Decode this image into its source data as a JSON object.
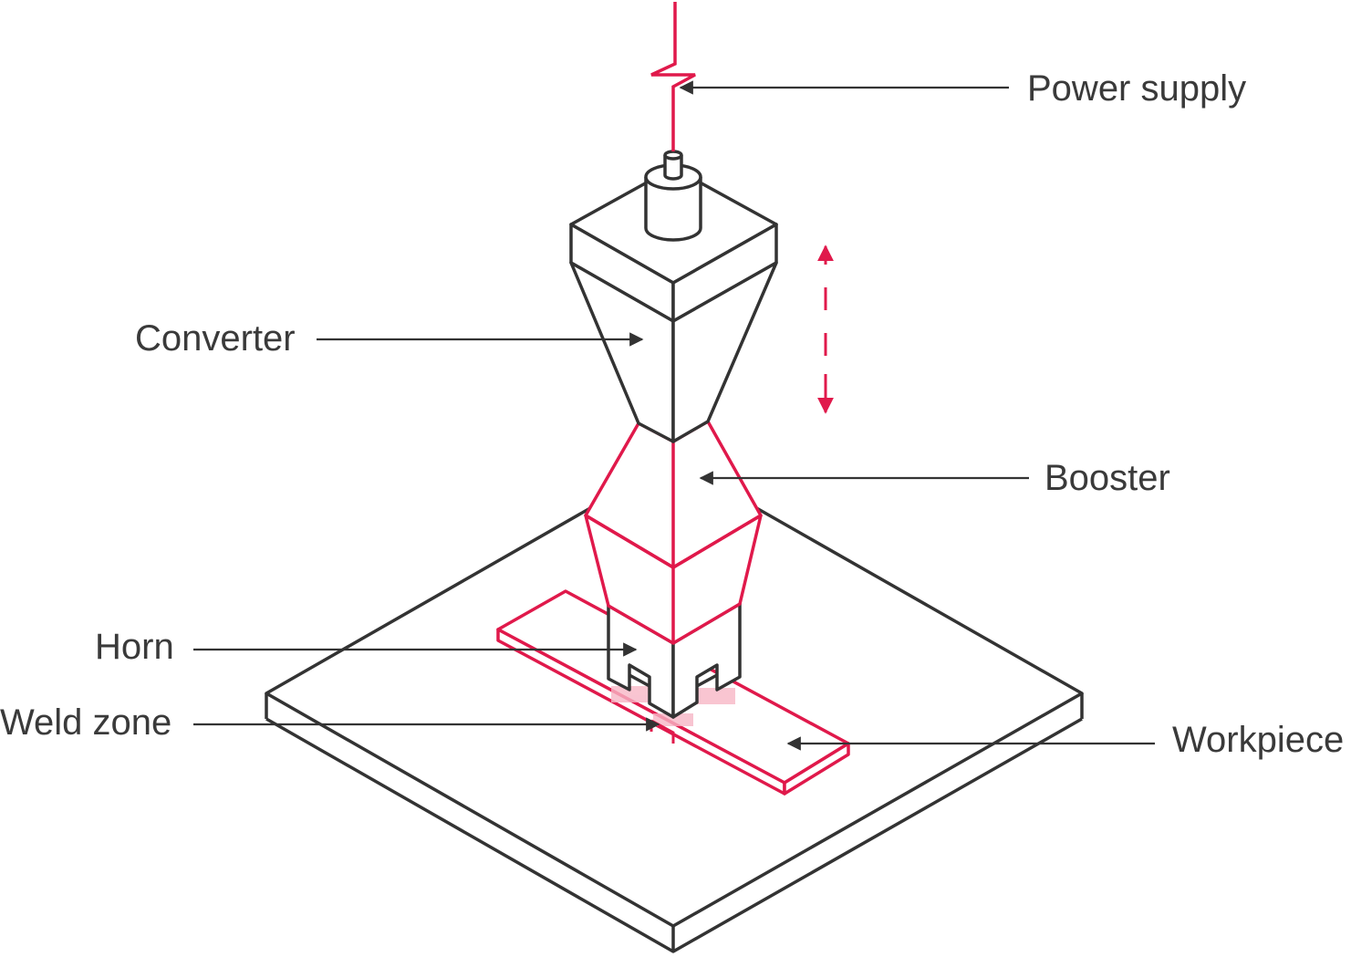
{
  "labels": {
    "power_supply": "Power supply",
    "converter": "Converter",
    "booster": "Booster",
    "horn": "Horn",
    "weld_zone": "Weld zone",
    "workpiece": "Workpiece"
  },
  "colors": {
    "outline": "#333333",
    "accent": "#e0194b",
    "weld_highlight": "#f7b6c6",
    "text": "#3a3a3a",
    "background": "#ffffff"
  }
}
